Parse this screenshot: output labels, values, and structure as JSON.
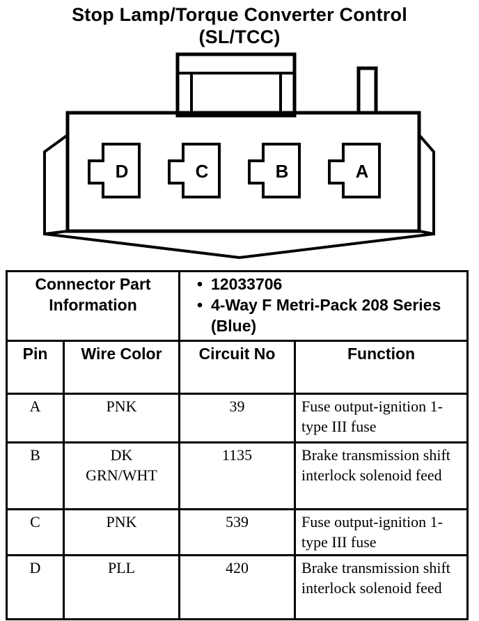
{
  "title": {
    "line1": "Stop Lamp/Torque Converter Control",
    "line2": "(SL/TCC)"
  },
  "connector": {
    "cavities": [
      "D",
      "C",
      "B",
      "A"
    ]
  },
  "info": {
    "label": "Connector Part Information",
    "items": [
      "12033706",
      "4-Way F Metri-Pack 208 Series (Blue)"
    ]
  },
  "headers": {
    "pin": "Pin",
    "wire_color": "Wire Color",
    "circuit": "Circuit No",
    "function": "Function"
  },
  "rows": [
    {
      "pin": "A",
      "wire": "PNK",
      "circuit": "39",
      "function": "Fuse output-ignition 1-type III fuse"
    },
    {
      "pin": "B",
      "wire": "DK GRN/WHT",
      "circuit": "1135",
      "function": "Brake transmission shift interlock solenoid feed"
    },
    {
      "pin": "C",
      "wire": "PNK",
      "circuit": "539",
      "function": "Fuse output-ignition 1-type III fuse"
    },
    {
      "pin": "D",
      "wire": "PLL",
      "circuit": "420",
      "function": "Brake transmission shift interlock solenoid feed"
    }
  ]
}
